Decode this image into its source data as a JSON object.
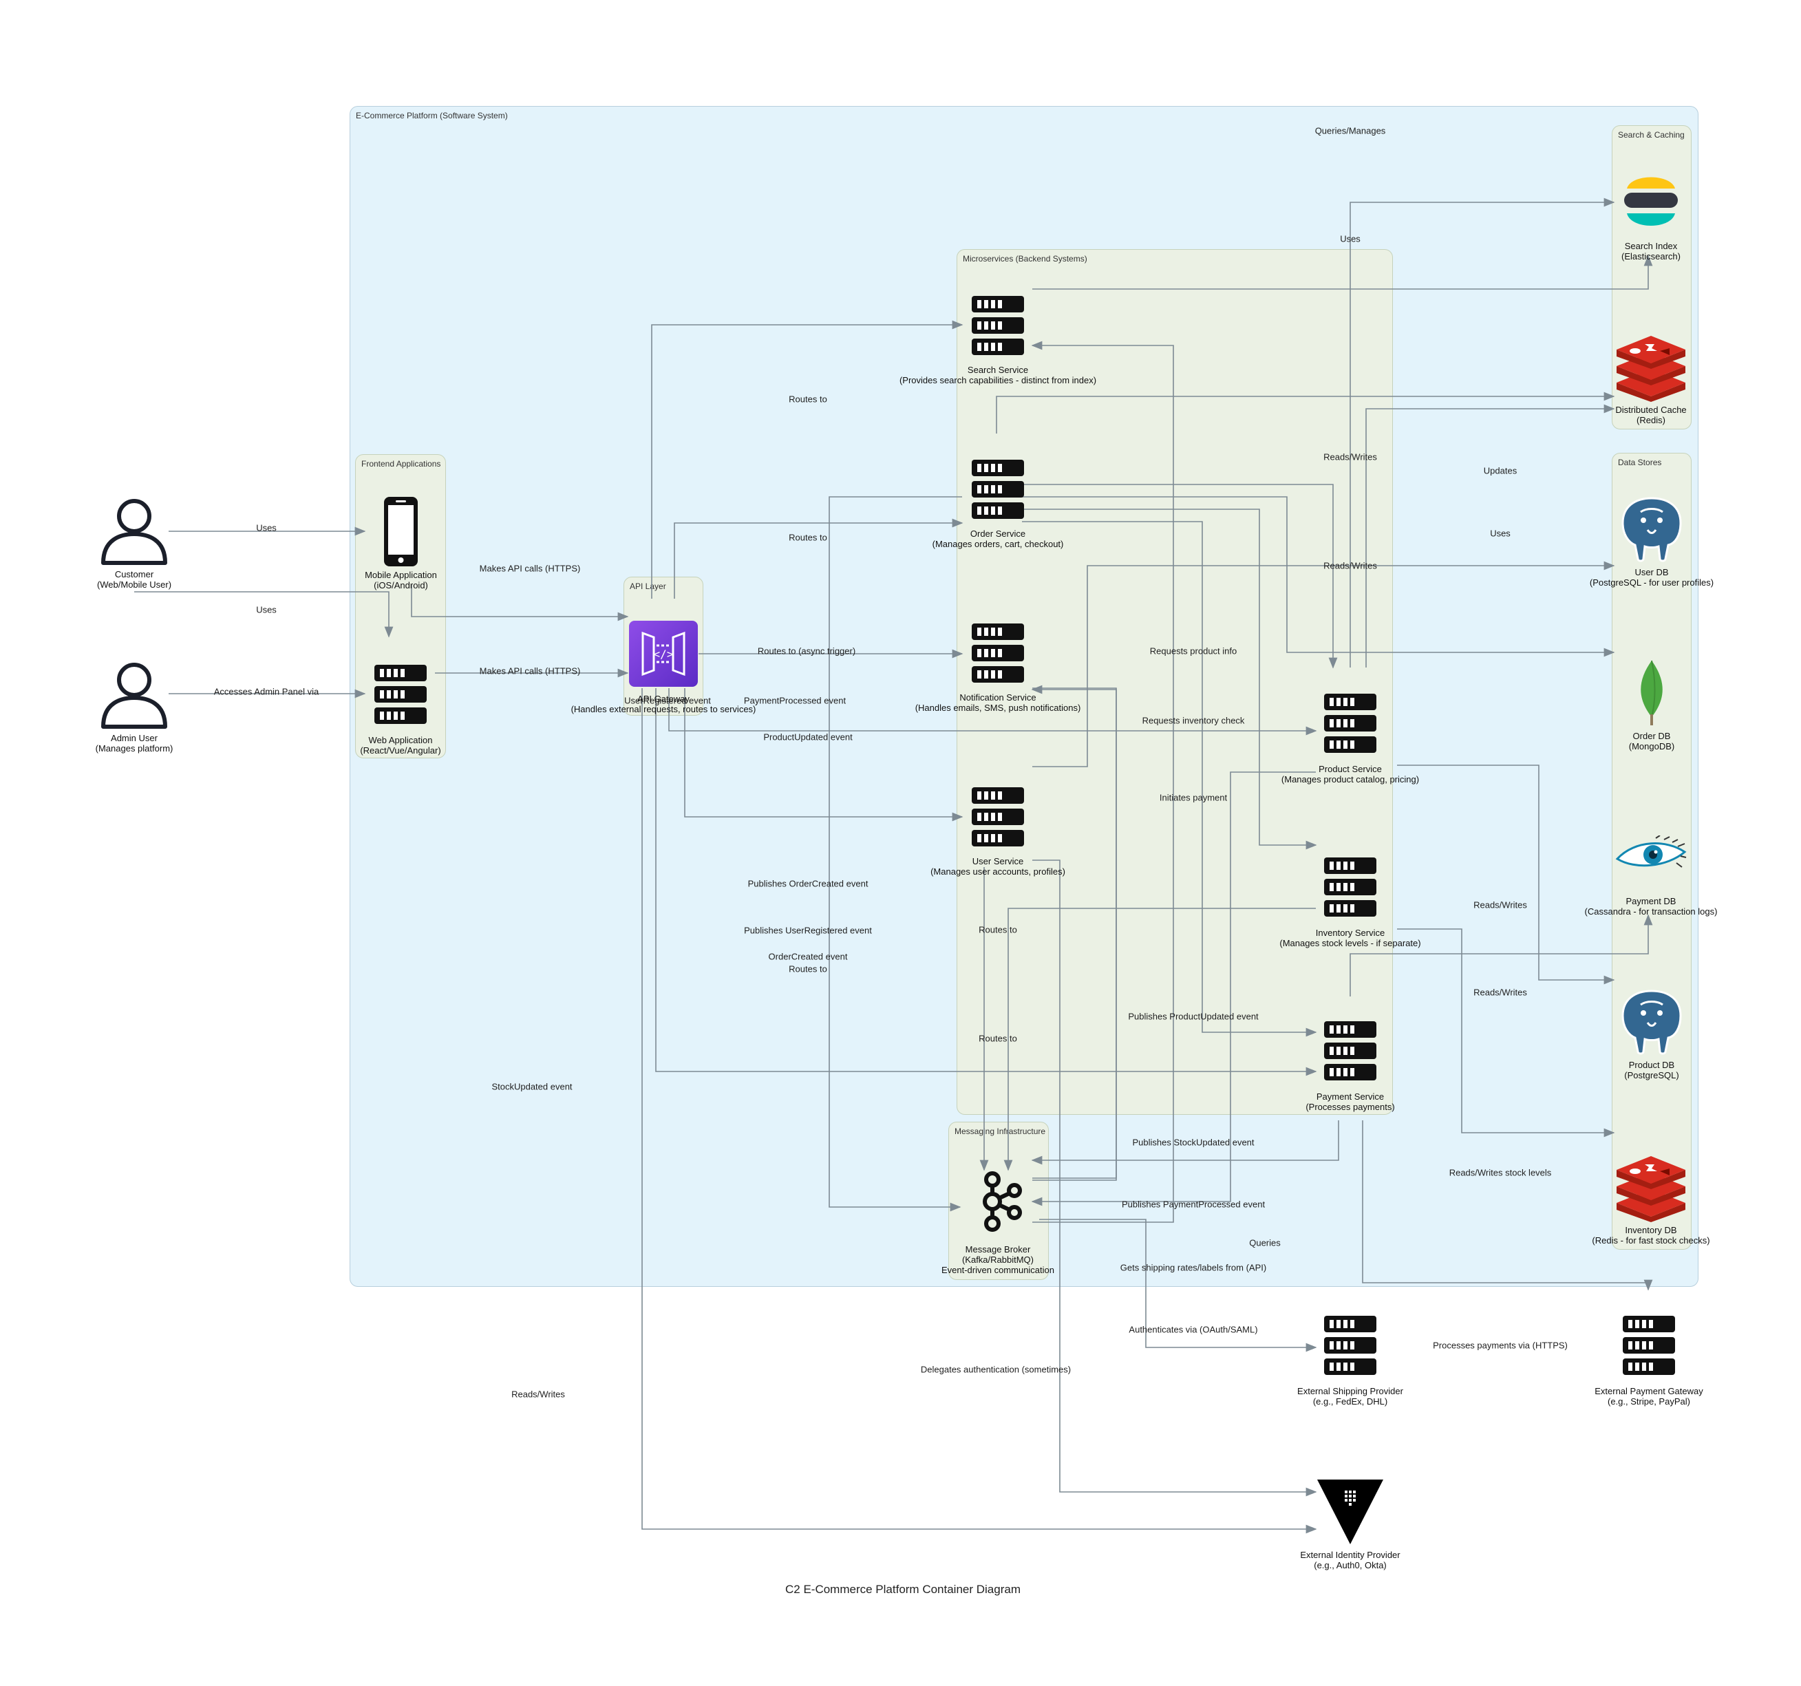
{
  "title": "C2 E-Commerce Platform Container Diagram",
  "zones": {
    "system": "E-Commerce Platform (Software System)",
    "frontend": "Frontend Applications",
    "api_layer": "API Layer",
    "microservices": "Microservices (Backend Systems)",
    "messaging": "Messaging Infrastructure",
    "search_caching": "Search & Caching",
    "data_stores": "Data Stores"
  },
  "nodes": {
    "customer": "Customer\n(Web/Mobile User)",
    "admin": "Admin User\n(Manages platform)",
    "mobile_app": "Mobile Application\n(iOS/Android)",
    "web_app": "Web Application\n(React/Vue/Angular)",
    "api_gateway": "API Gateway\n(Handles external requests, routes to services)",
    "search_service": "Search Service\n(Provides search capabilities - distinct from index)",
    "order_service": "Order Service\n(Manages orders, cart, checkout)",
    "notification_service": "Notification Service\n(Handles emails, SMS, push notifications)",
    "user_service": "User Service\n(Manages user accounts, profiles)",
    "product_service": "Product Service\n(Manages product catalog, pricing)",
    "inventory_service": "Inventory Service\n(Manages stock levels - if separate)",
    "payment_service": "Payment Service\n(Processes payments)",
    "message_broker": "Message Broker\n(Kafka/RabbitMQ)\nEvent-driven communication",
    "search_index": "Search Index\n(Elasticsearch)",
    "distributed_cache": "Distributed Cache\n(Redis)",
    "user_db": "User DB\n(PostgreSQL - for user profiles)",
    "order_db": "Order DB\n(MongoDB)",
    "payment_db": "Payment DB\n(Cassandra - for transaction logs)",
    "product_db": "Product DB\n(PostgreSQL)",
    "inventory_db": "Inventory DB\n(Redis - for fast stock checks)",
    "shipping_provider": "External Shipping Provider\n(e.g., FedEx, DHL)",
    "payment_gateway": "External Payment Gateway\n(e.g., Stripe, PayPal)",
    "identity_provider": "External Identity Provider\n(e.g., Auth0, Okta)"
  },
  "edge_labels": {
    "queries_manages": "Queries/Manages",
    "uses_search": "Uses",
    "routes_to_search": "Routes to",
    "reads_writes_cache": "Reads/Writes",
    "updates": "Updates",
    "uses_customer_mobile": "Uses",
    "uses_customer_web": "Uses",
    "uses_userdb": "Uses",
    "routes_to_order": "Routes to",
    "reads_writes_order": "Reads/Writes",
    "makes_api_calls_mobile": "Makes API calls (HTTPS)",
    "makes_api_calls_web": "Makes API calls (HTTPS)",
    "accesses_admin": "Accesses Admin Panel via",
    "requests_product_info": "Requests product info",
    "routes_to_async": "Routes to (async trigger)",
    "user_registered_event": "UserRegistered event",
    "payment_processed_event": "PaymentProcessed event",
    "product_updated_event": "ProductUpdated event",
    "requests_inventory_check": "Requests inventory check",
    "initiates_payment": "Initiates payment",
    "publishes_order_created": "Publishes OrderCreated event",
    "publishes_user_registered": "Publishes UserRegistered event",
    "routes_to_user": "Routes to",
    "order_created_event": "OrderCreated event",
    "routes_to_product": "Routes to",
    "reads_writes_payment": "Reads/Writes",
    "reads_writes_product": "Reads/Writes",
    "publishes_product_updated": "Publishes ProductUpdated event",
    "routes_to_payment": "Routes to",
    "stock_updated_event": "StockUpdated event",
    "publishes_stock_updated": "Publishes StockUpdated event",
    "reads_writes_stock": "Reads/Writes stock levels",
    "publishes_payment_processed": "Publishes PaymentProcessed event",
    "queries": "Queries",
    "gets_shipping_rates": "Gets shipping rates/labels from (API)",
    "authenticates_via": "Authenticates via (OAuth/SAML)",
    "processes_payments": "Processes payments via (HTTPS)",
    "delegates_auth": "Delegates authentication (sometimes)",
    "reads_writes_bottom": "Reads/Writes"
  },
  "colors": {
    "system_fill": "#e3f3fb",
    "group_fill": "#ebf1e4",
    "edge": "#7d8a93",
    "api_gateway": "#7b3fe4",
    "redis": "#d82c20",
    "mongo": "#4ca841",
    "postgres": "#336791",
    "elastic_yellow": "#fec514",
    "elastic_teal": "#00bfb3"
  }
}
